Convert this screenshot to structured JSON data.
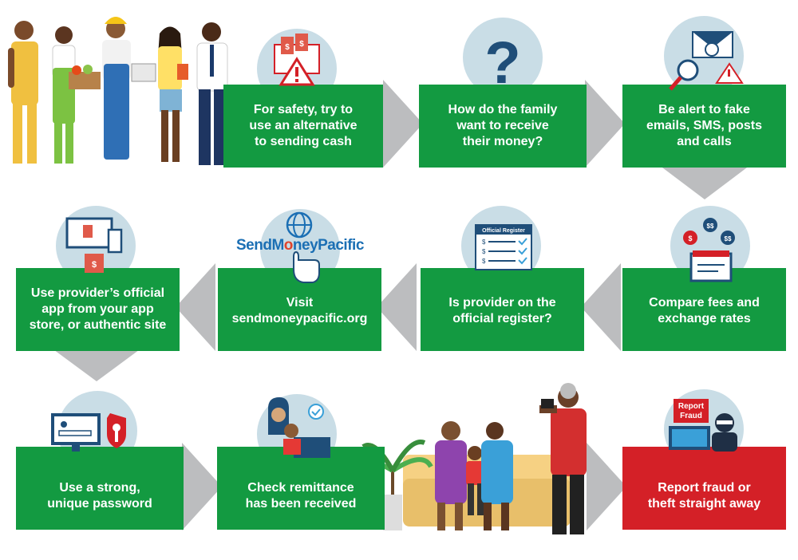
{
  "colors": {
    "green": "#139a41",
    "red": "#d42027",
    "arrow_gray": "#bcbdbf",
    "circle": "#c9dde6"
  },
  "steps": [
    {
      "id": "alternative-to-cash",
      "text": "For safety, try to\nuse an alternative\nto sending cash",
      "color": "green",
      "icon": "envelope-cash-warning-icon"
    },
    {
      "id": "family-receive",
      "text": "How do the family\nwant to receive\ntheir money?",
      "color": "green",
      "icon": "question-mark-icon"
    },
    {
      "id": "alert-fake",
      "text": "Be alert to fake\nemails, SMS, posts\nand calls",
      "color": "green",
      "icon": "phishing-email-icon"
    },
    {
      "id": "compare-fees",
      "text": "Compare fees and\nexchange rates",
      "color": "green",
      "icon": "currency-compare-icon"
    },
    {
      "id": "official-register",
      "text": "Is provider on the\nofficial register?",
      "color": "green",
      "icon": "register-checklist-icon"
    },
    {
      "id": "visit-site",
      "text": "Visit\nsendmoneypacific.org",
      "color": "green",
      "icon": "globe-click-icon"
    },
    {
      "id": "official-app",
      "text": "Use provider’s official\napp from your app\nstore, or authentic site",
      "color": "green",
      "icon": "devices-app-icon"
    },
    {
      "id": "strong-password",
      "text": "Use a strong,\nunique password",
      "color": "green",
      "icon": "password-key-icon"
    },
    {
      "id": "check-remittance",
      "text": "Check remittance\nhas been received",
      "color": "green",
      "icon": "video-call-check-icon"
    },
    {
      "id": "report-fraud",
      "text": "Report fraud or\ntheft straight away",
      "color": "red",
      "icon": "report-fraud-icon"
    }
  ],
  "icon_labels": {
    "official_register": "Official Register",
    "report_fraud": "Report\nFraud",
    "dollar": "$",
    "double_dollar": "$$",
    "question": "?"
  },
  "logo": {
    "part1": "SendM",
    "part2": "o",
    "part3": "neyPacific"
  }
}
